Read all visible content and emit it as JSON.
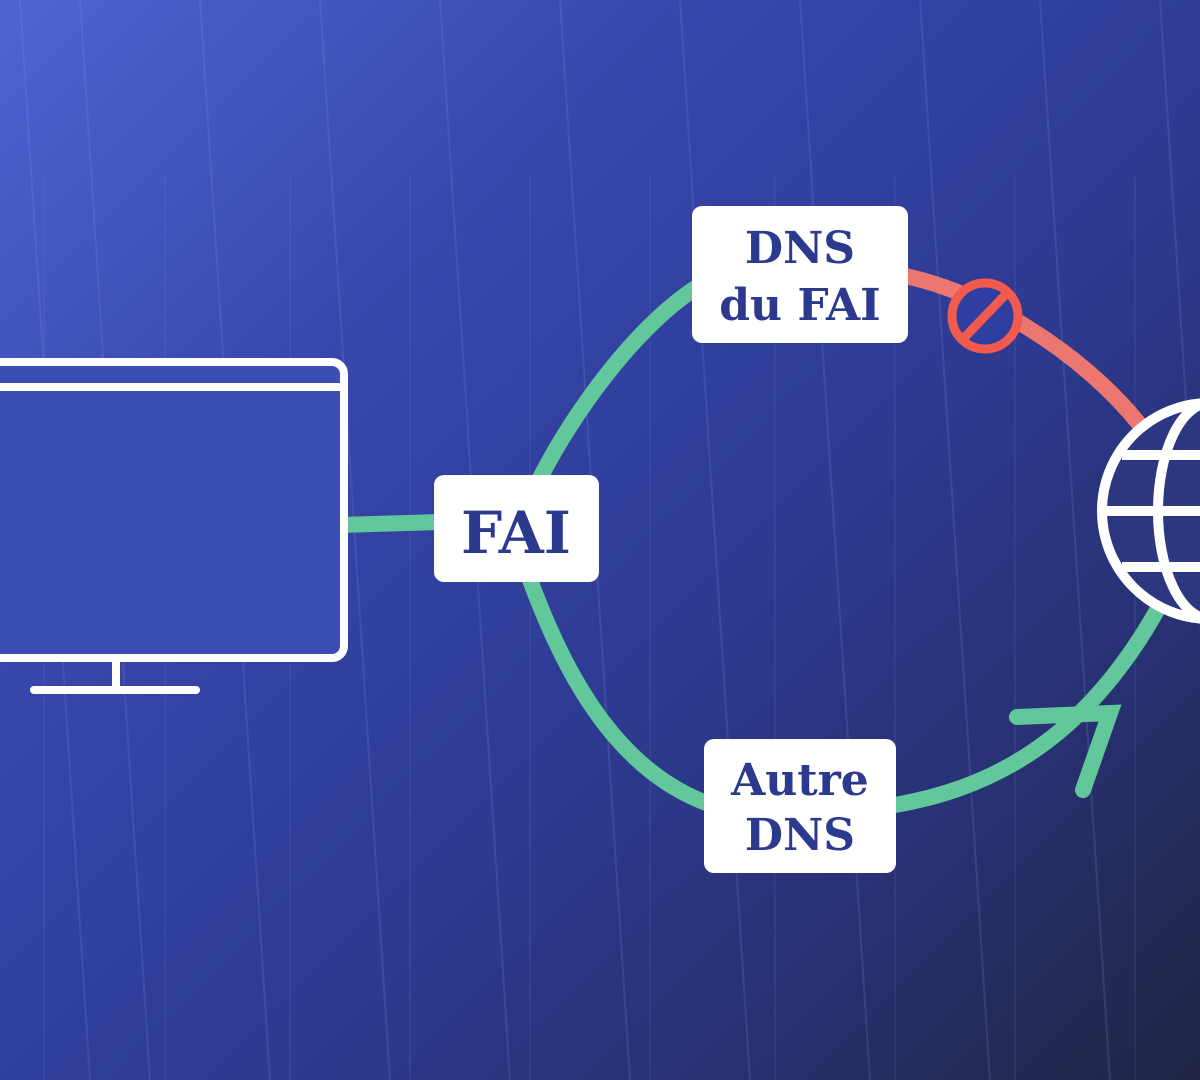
{
  "diagram": {
    "nodes": {
      "computer": {
        "icon": "monitor-icon"
      },
      "isp": {
        "label": "FAI"
      },
      "isp_dns": {
        "line1": "DNS",
        "line2": "du FAI"
      },
      "other_dns": {
        "line1": "Autre",
        "line2": "DNS"
      },
      "internet": {
        "icon": "globe-icon"
      }
    },
    "paths": [
      {
        "from": "isp",
        "to": "isp_dns",
        "status": "allowed"
      },
      {
        "from": "isp_dns",
        "to": "internet",
        "status": "blocked",
        "marker": "blocked-icon"
      },
      {
        "from": "isp",
        "to": "other_dns",
        "status": "allowed"
      },
      {
        "from": "other_dns",
        "to": "internet",
        "status": "allowed",
        "marker": "arrow-icon"
      }
    ]
  },
  "colors": {
    "background_start": "#5163d3",
    "background_end": "#1f2542",
    "allowed_path": "#62c79b",
    "blocked_path": "#ec7670",
    "blocked_icon": "#f05a4f",
    "label_text": "#2b3a8f",
    "label_box": "#ffffff",
    "outline": "#ffffff"
  }
}
